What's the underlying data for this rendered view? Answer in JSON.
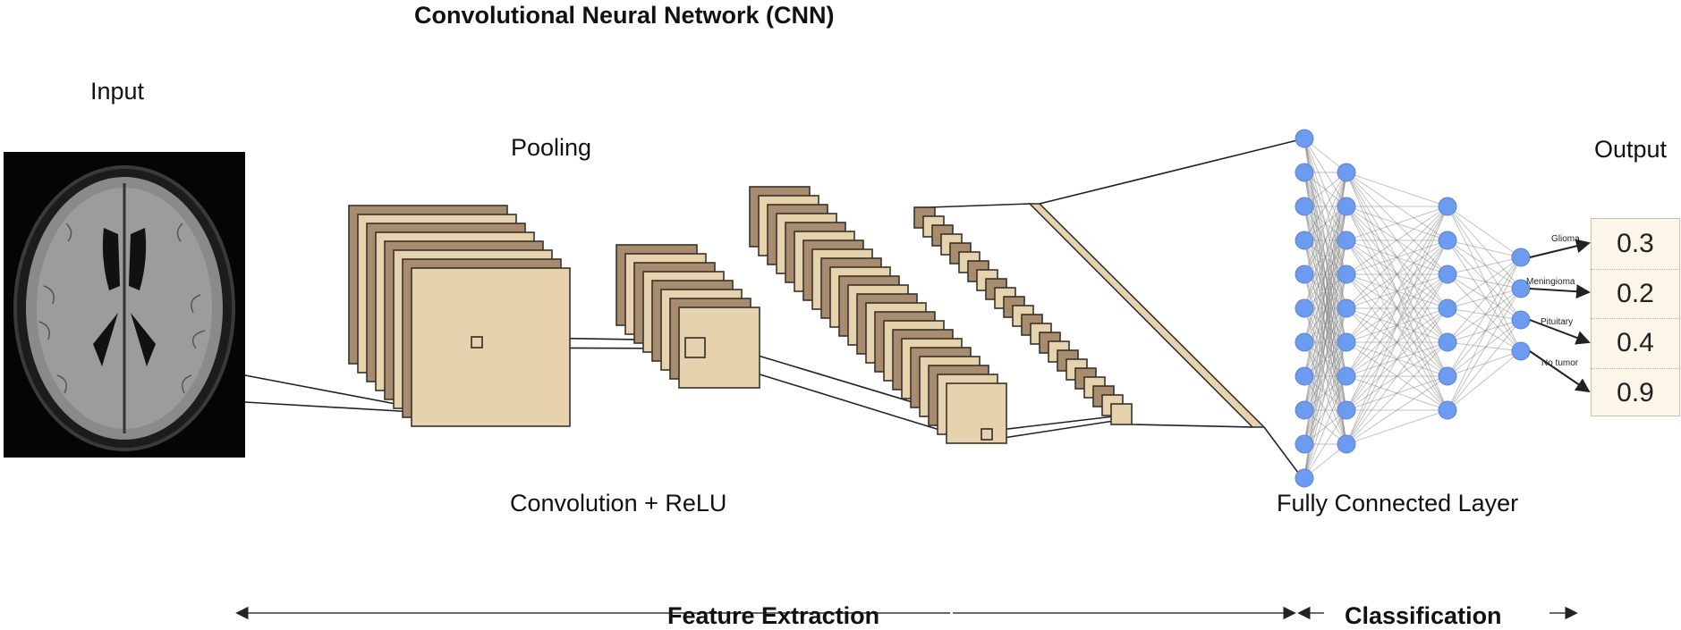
{
  "title": "Convolutional Neural Network (CNN)",
  "labels": {
    "input": "Input",
    "pooling": "Pooling",
    "convolution": "Convolution + ReLU",
    "fully_connected": "Fully Connected Layer",
    "output": "Output"
  },
  "stages": {
    "feature_extraction": "Feature Extraction",
    "classification": "Classification"
  },
  "input_image": {
    "description": "axial brain MRI (FLAIR) slice",
    "icon": "brain-mri-image"
  },
  "layers": {
    "conv1_maps": 8,
    "pool1_maps": 8,
    "conv2_maps": 23,
    "pool2_maps": 23,
    "flatten": 1
  },
  "fc_layers": [
    11,
    9,
    7,
    4
  ],
  "outputs": [
    {
      "class": "Glioma",
      "value": "0.3"
    },
    {
      "class": "Meningioma",
      "value": "0.2"
    },
    {
      "class": "Pituitary",
      "value": "0.4"
    },
    {
      "class": "No tumor",
      "value": "0.9"
    }
  ],
  "colors": {
    "map_dark": "#a88c70",
    "map_light": "#e6d2ad",
    "node": "#6d9bef",
    "node_stroke": "#5a84d6",
    "output_bg": "#fbf6e8"
  }
}
